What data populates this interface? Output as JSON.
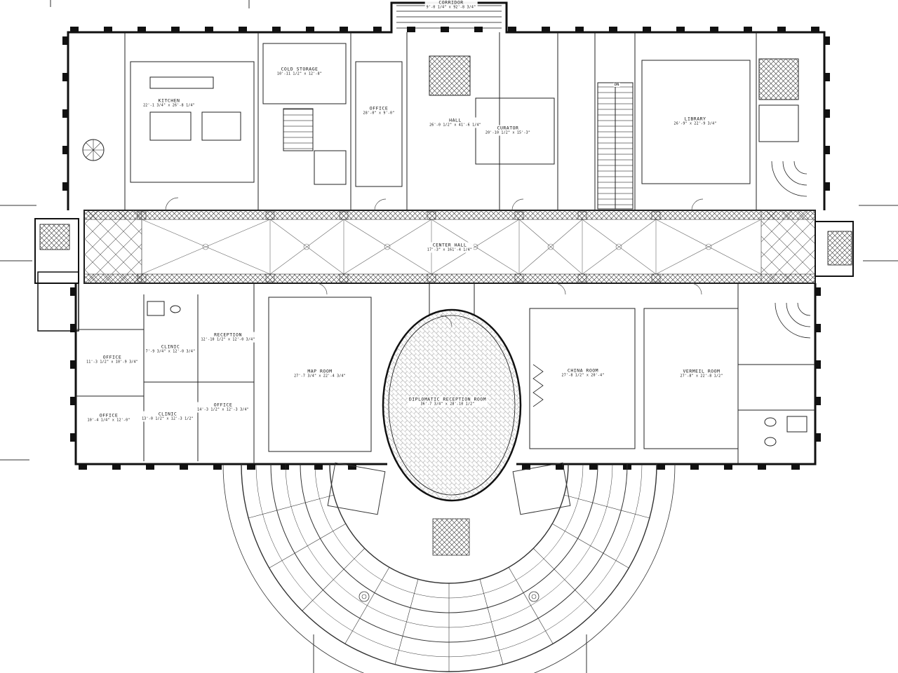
{
  "annotations": {
    "stairs": "DN"
  },
  "rooms": {
    "corridor": {
      "name": "CORRIDOR",
      "dims": "9'-0 1/4\" x 92'-8 3/4\""
    },
    "kitchen": {
      "name": "KITCHEN",
      "dims": "22'-1 3/4\" x 26'-8 1/4\""
    },
    "cold_storage": {
      "name": "COLD STORAGE",
      "dims": "10'-11 1/2\" x 12'-8\""
    },
    "office_nw": {
      "name": "OFFICE",
      "dims": "28'-0\" x 9'-0\""
    },
    "hall": {
      "name": "HALL",
      "dims": "26'-0 1/2\" x 41'-6 1/4\""
    },
    "curator": {
      "name": "CURATOR",
      "dims": "20'-10 1/2\" x 15'-3\""
    },
    "library": {
      "name": "LIBRARY",
      "dims": "26'-9\" x 22'-9 3/4\""
    },
    "center_hall": {
      "name": "CENTER HALL",
      "dims": "17'-3\" x 161'-4 1/4\""
    },
    "office_west_upper": {
      "name": "OFFICE",
      "dims": "11'-3 1/2\" x 10'-9 3/4\""
    },
    "clinic_upper": {
      "name": "CLINIC",
      "dims": "7'-9 3/4\" x 12'-0 3/4\""
    },
    "reception": {
      "name": "RECEPTION",
      "dims": "12'-10 1/2\" x 12'-0 3/4\""
    },
    "office_west_lower": {
      "name": "OFFICE",
      "dims": "10'-4 1/4\" x 12'-0\""
    },
    "clinic_lower": {
      "name": "CLINIC",
      "dims": "13'-0 1/2\" x 12'-3 1/2\""
    },
    "office_center": {
      "name": "OFFICE",
      "dims": "14'-3 1/2\" x 12'-3 3/4\""
    },
    "map_room": {
      "name": "MAP ROOM",
      "dims": "27'-7 3/4\" x 22'-4 3/4\""
    },
    "diplomatic_reception_room": {
      "name": "DIPLOMATIC RECEPTION ROOM",
      "dims": "36'-7 3/4\" x 28'-10 1/2\""
    },
    "china_room": {
      "name": "CHINA ROOM",
      "dims": "27'-8 1/2\" x 20'-4\""
    },
    "vermeil_room": {
      "name": "VERMEIL ROOM",
      "dims": "27'-8\" x 22'-8 1/2\""
    }
  }
}
